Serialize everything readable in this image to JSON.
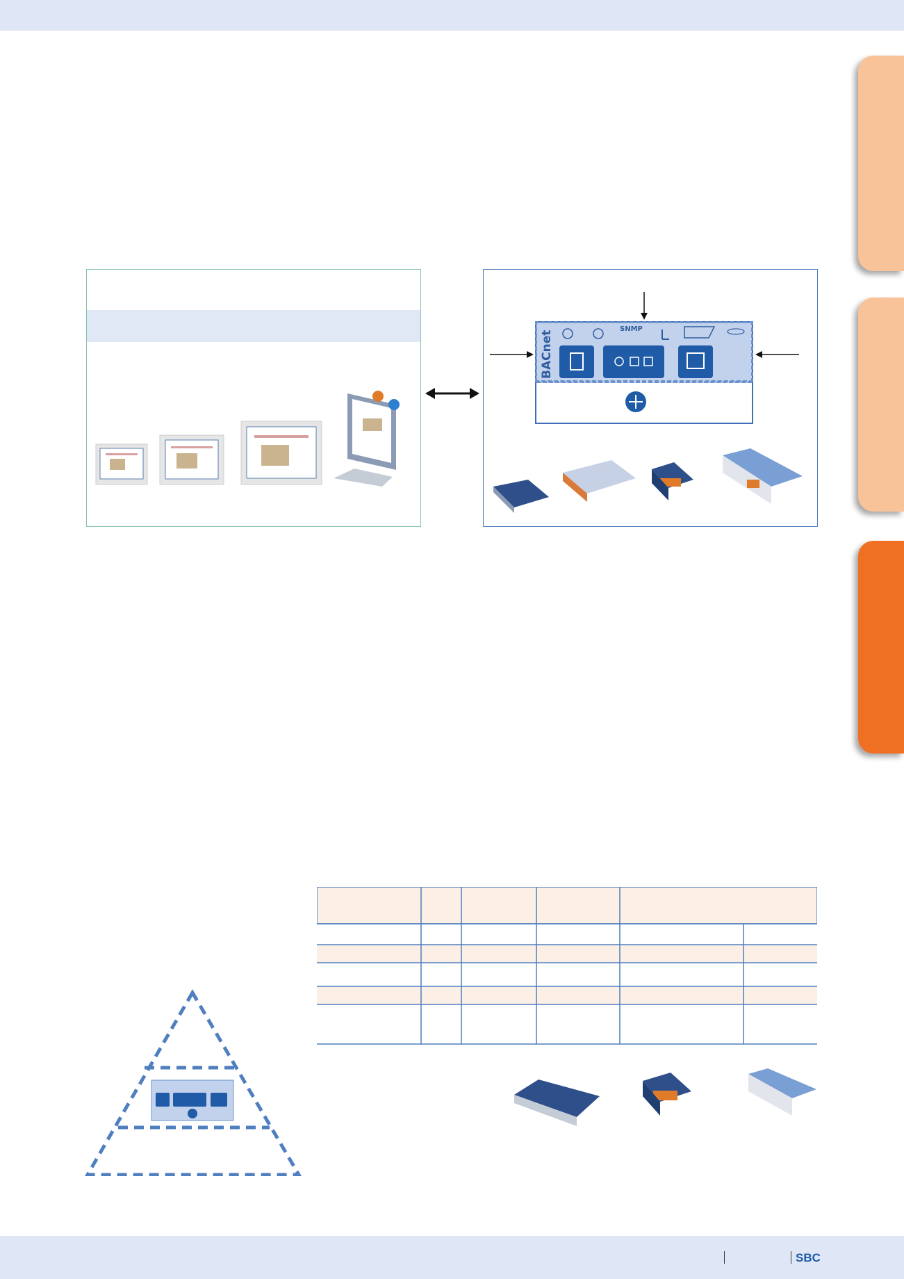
{
  "footer": {
    "logo_text": "SBC"
  },
  "diagram": {
    "bacnet_label": "BACnet",
    "snmp_label": "SNMP"
  },
  "colors": {
    "header_band": "#dfe6f5",
    "tab_light": "#f9c39a",
    "tab_active": "#ef7022",
    "brand_blue": "#1f5ba6"
  }
}
